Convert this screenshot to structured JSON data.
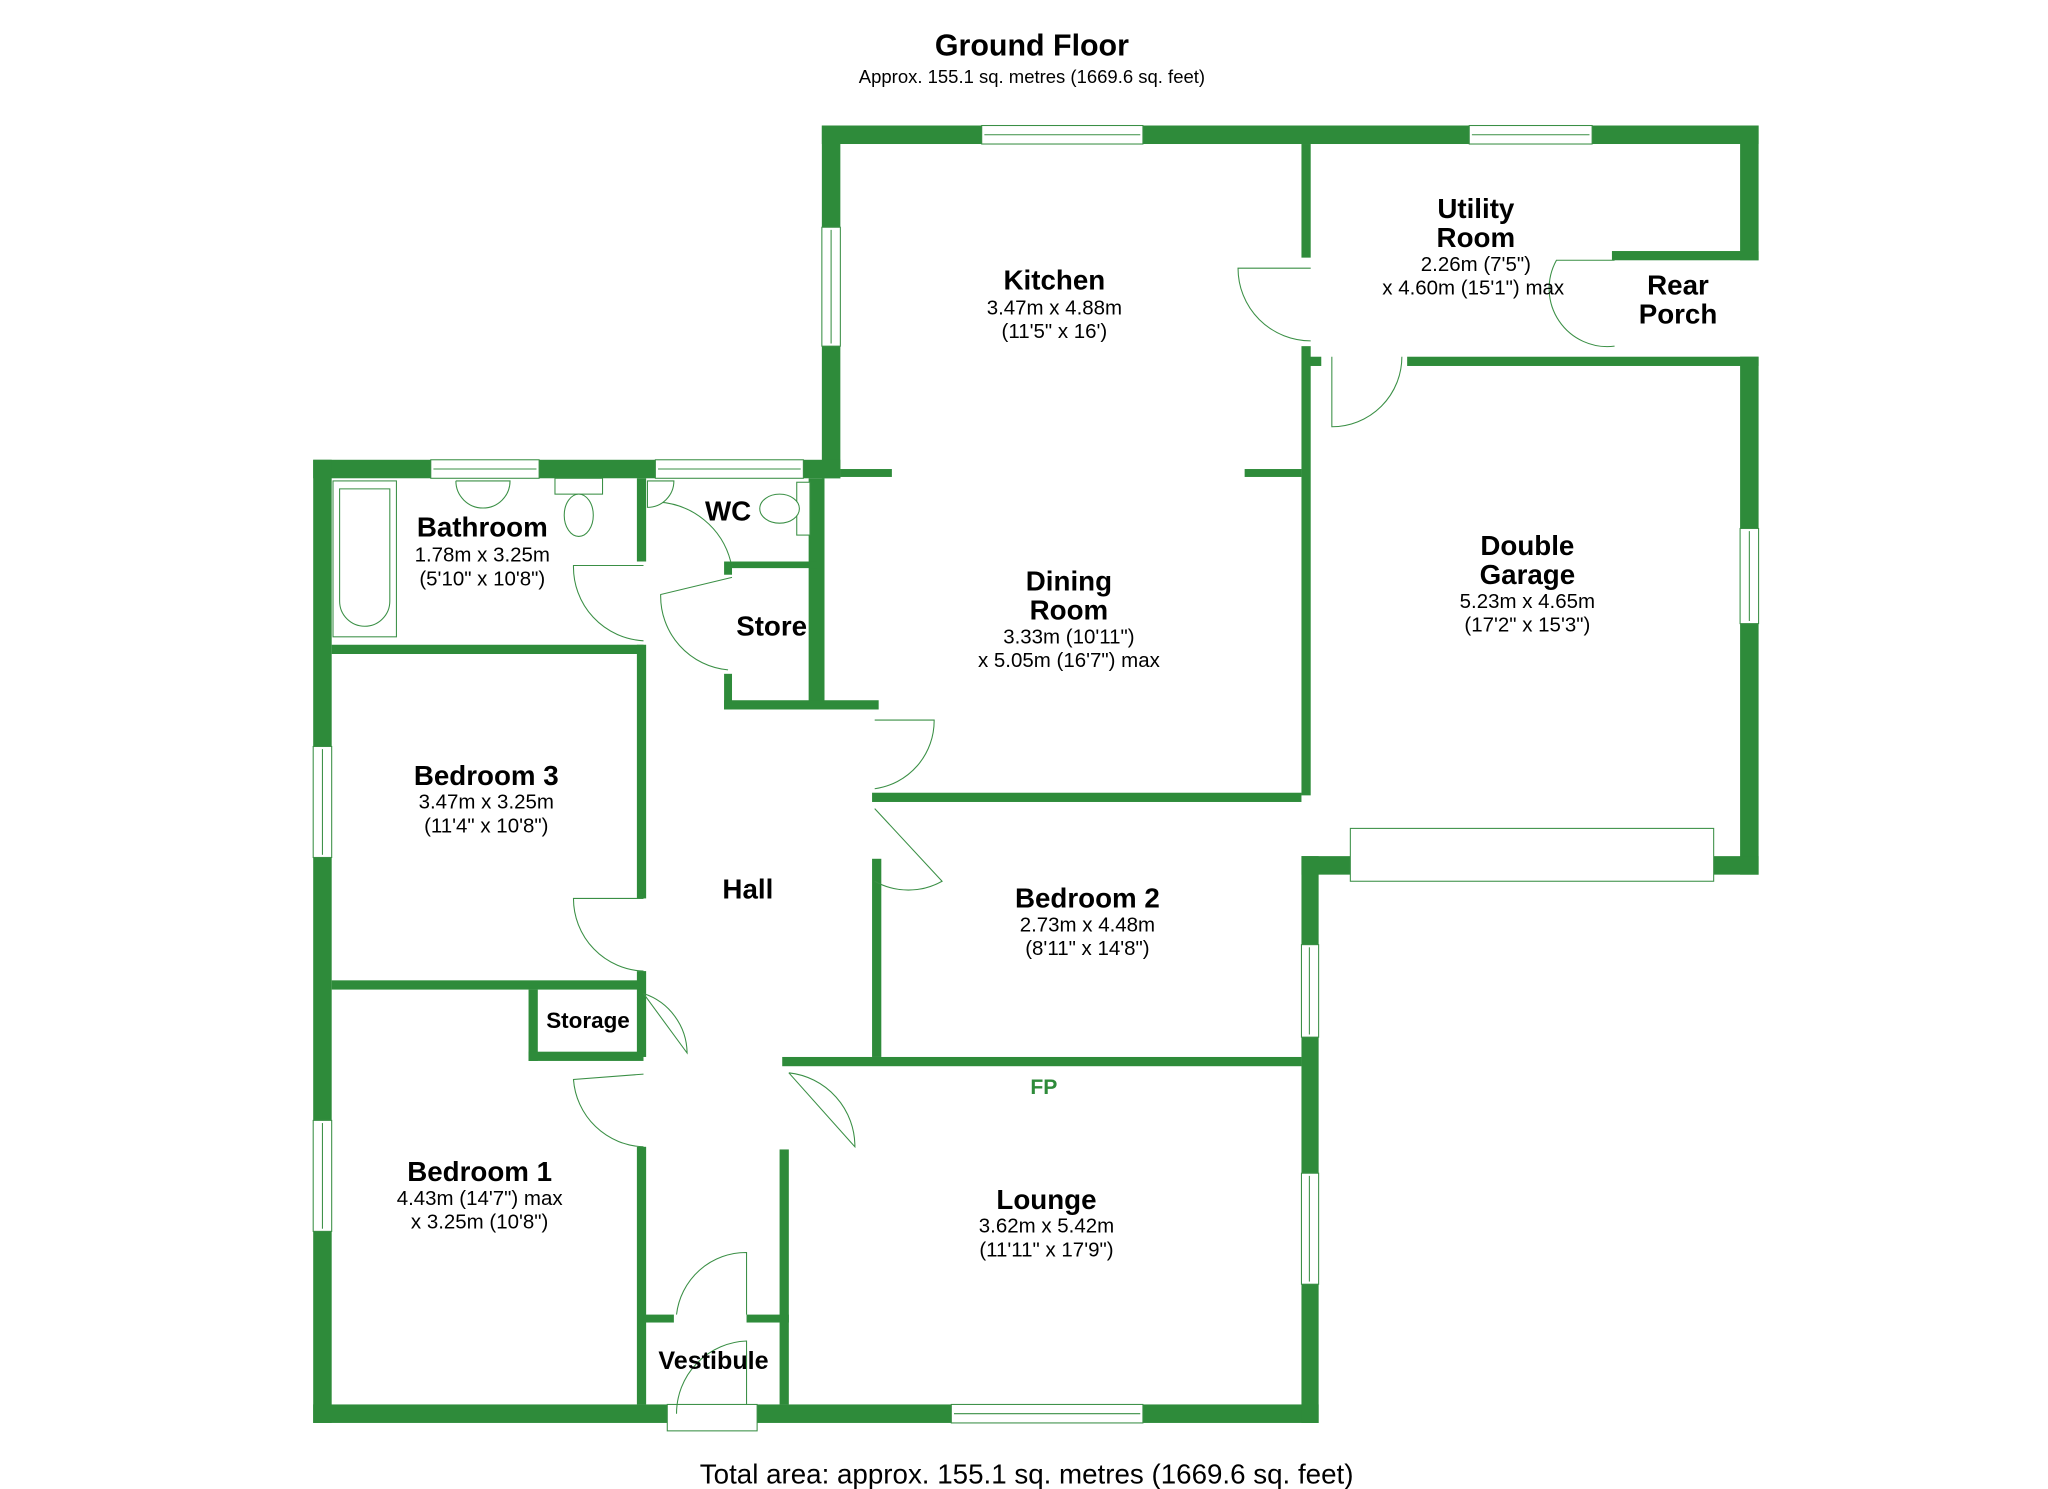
{
  "title": "Ground Floor",
  "subtitle": "Approx. 155.1 sq. metres (1669.6 sq. feet)",
  "total": "Total area: approx. 155.1 sq. metres (1669.6 sq. feet)",
  "colors": {
    "wall": "#2e8b3a",
    "fixture": "#3a8f45",
    "text": "#000000"
  },
  "fireplace_label": "FP",
  "rooms": {
    "kitchen": {
      "name": [
        "Kitchen"
      ],
      "dims": [
        "3.47m x 4.88m",
        "(11'5\" x 16')"
      ]
    },
    "utility": {
      "name": [
        "Utility",
        "Room"
      ],
      "dims": [
        "2.26m (7'5\")",
        "x 4.60m (15'1\") max"
      ]
    },
    "rear_porch": {
      "name": [
        "Rear",
        "Porch"
      ],
      "dims": []
    },
    "bathroom": {
      "name": [
        "Bathroom"
      ],
      "dims": [
        "1.78m x 3.25m",
        "(5'10\" x 10'8\")"
      ]
    },
    "wc": {
      "name": [
        "WC"
      ],
      "dims": []
    },
    "store": {
      "name": [
        "Store"
      ],
      "dims": []
    },
    "dining": {
      "name": [
        "Dining",
        "Room"
      ],
      "dims": [
        "3.33m (10'11\")",
        "x 5.05m (16'7\") max"
      ]
    },
    "garage": {
      "name": [
        "Double",
        "Garage"
      ],
      "dims": [
        "5.23m x 4.65m",
        "(17'2\" x 15'3\")"
      ]
    },
    "bedroom3": {
      "name": [
        "Bedroom 3"
      ],
      "dims": [
        "3.47m x 3.25m",
        "(11'4\" x 10'8\")"
      ]
    },
    "hall": {
      "name": [
        "Hall"
      ],
      "dims": []
    },
    "bedroom2": {
      "name": [
        "Bedroom 2"
      ],
      "dims": [
        "2.73m x 4.48m",
        "(8'11\" x 14'8\")"
      ]
    },
    "storage": {
      "name": [
        "Storage"
      ],
      "dims": []
    },
    "bedroom1": {
      "name": [
        "Bedroom 1"
      ],
      "dims": [
        "4.43m (14'7\") max",
        "x 3.25m (10'8\")"
      ]
    },
    "lounge": {
      "name": [
        "Lounge"
      ],
      "dims": [
        "3.62m x 5.42m",
        "(11'11\" x 17'9\")"
      ]
    },
    "vestibule": {
      "name": [
        "Vestibule"
      ],
      "dims": []
    }
  }
}
